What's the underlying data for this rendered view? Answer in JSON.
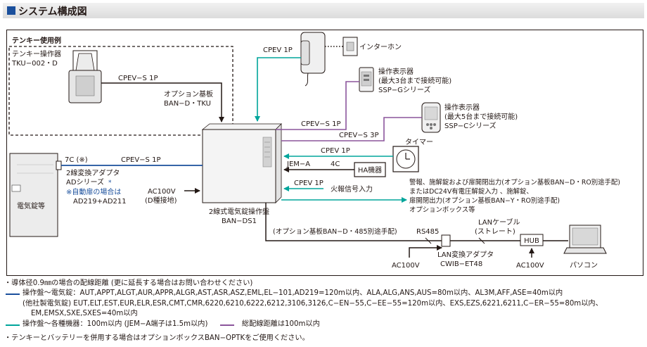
{
  "header": {
    "title": "システム構成図"
  },
  "colors": {
    "blue_line": "#1a4f9c",
    "teal_line": "#00a59b",
    "purple_line": "#8b559c",
    "accent": "#1a4f9c"
  },
  "labels": {
    "tenkey_example": "テンキー使用例",
    "tenkey_unit_1": "テンキー操作器",
    "tenkey_unit_2": "TKU−002・D",
    "cable_tenkey": "CPEV−S 1P",
    "option_board_1": "オプション基板",
    "option_board_2": "BAN−D・TKU",
    "cable_intercom": "CPEV 1P",
    "intercom": "インターホン",
    "ssp_g_1": "操作表示器",
    "ssp_g_2": "(最大3台まで接続可能)",
    "ssp_g_3": "SSP−Gシリーズ",
    "ssp_c_1": "操作表示器",
    "ssp_c_2": "(最大5台まで接続可能)",
    "ssp_c_3": "SSP−Cシリーズ",
    "cable_ssp_g": "CPEV−S 1P",
    "cable_ssp_c": "CPEV−S 3P",
    "timer": "タイマー",
    "cable_timer": "CPEV 1P",
    "jem_a": "JEM−A",
    "four_c": "4C",
    "ha_device": "HA機器",
    "cable_7c": "7C (※)",
    "cable_lock": "CPEV−S 1P",
    "adapter_1": "2線変換アダプタ",
    "adapter_2": "ADシリーズ",
    "auto_door_1": "※自動扉の場合は",
    "auto_door_2": "AD219+AD211",
    "lock": "電気錠等",
    "ac100v_panel_1": "AC100V",
    "ac100v_panel_2": "(D種接地)",
    "panel_1": "2線式電気錠操作盤",
    "panel_2": "BAN−DS1",
    "cable_fire": "CPEV 1P",
    "fire_signal": "火報信号入力",
    "output_1": "警報、施解錠および扉開閉出力(オプション基板BAN−D・RO別途手配)",
    "output_2": "またはDC24V有電圧解錠入力 、施解錠、",
    "output_3": "扉開閉出力(オプション基板BAN−Y・RO別途手配)",
    "output_4": "オプションボックス等",
    "option_485": "(オプション基板BAN−D・485別途手配)",
    "rs485": "RS485",
    "lan_cable_1": "LANケーブル",
    "lan_cable_2": "(ストレート)",
    "hub": "HUB",
    "lan_adapter_1": "LAN変換アダプタ",
    "lan_adapter_2": "CWIB−ET48",
    "ac100v_a": "AC100V",
    "ac100v_b": "AC100V",
    "pc": "パソコン"
  },
  "notes": {
    "n1": "・導体径0.9㎜の場合の配線距離 (更に延長する場合はお問い合わせください)",
    "n2": "操作盤〜電気錠：AUT,APPT,ALGT,AUR,APPR,ALGR,AST,ASR,ASZ,EML,EL−101,AD219=120m以内、ALA,ALG,ANS,AUS=80m以内、AL3M,AFF,ASE=40m以内",
    "n3": "(他社製電気錠) EUT,ELT,EST,EUR,ELR,ESR,CMT,CMR,6220,6210,6222,6212,3106,3126,C−EN−55,C−EE−55=120m以内、EXS,EZS,6221,6211,C−ER−55=80m以内、",
    "n4": "EM,EMSX,SXE,SXES=40m以内",
    "n5": "操作盤〜各種機器：100m以内 (JEM−A端子は1.5m以内)",
    "n6": "総配線距離は100m以内",
    "n7": "・テンキーとバッテリーを併用する場合はオプションボックスBAN−OPTKをご使用ください。"
  }
}
